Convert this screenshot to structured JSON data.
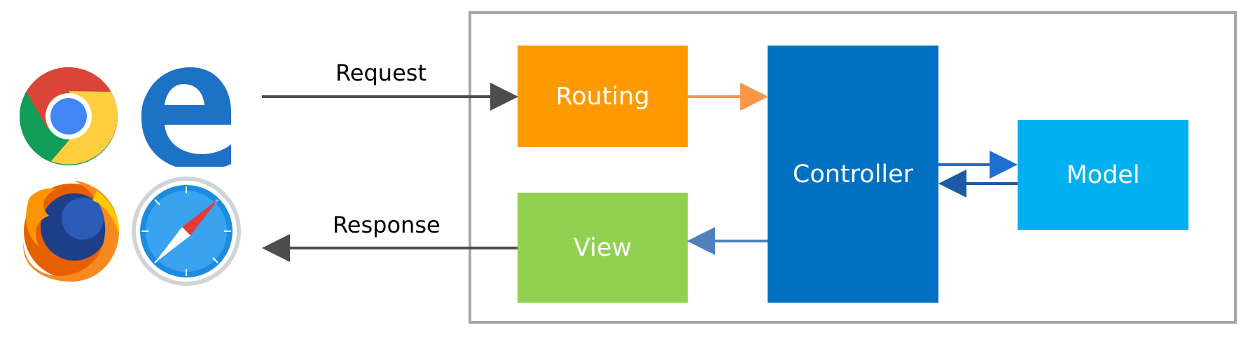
{
  "diagram": {
    "labels": {
      "request": "Request",
      "response": "Response"
    },
    "nodes": {
      "routing": "Routing",
      "controller": "Controller",
      "model": "Model",
      "view": "View"
    },
    "browser_icons": [
      "chrome-icon",
      "edge-icon",
      "firefox-icon",
      "safari-icon"
    ],
    "colors": {
      "routing": "#ff9900",
      "controller": "#0070c0",
      "model": "#00b0f0",
      "view": "#92d050",
      "frame": "#a6a6a6",
      "arrow_dark": "#4d4d4d",
      "arrow_orange": "#f79646",
      "arrow_blue": "#1f6fd0",
      "arrow_steel": "#4f81bd"
    }
  }
}
